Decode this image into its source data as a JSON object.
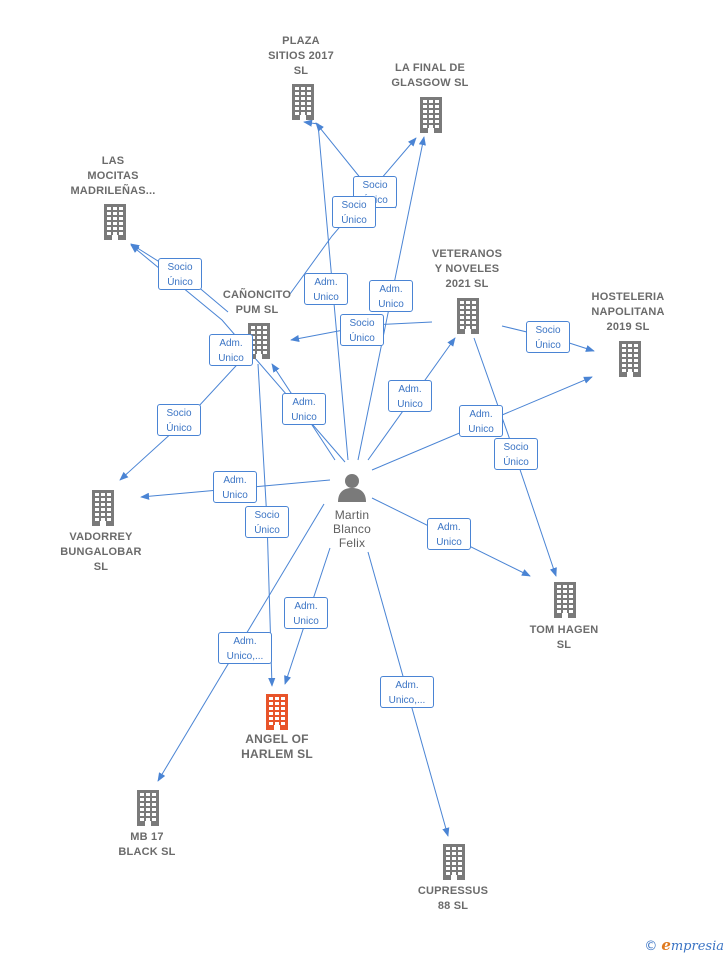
{
  "colors": {
    "node": "#7a7a7a",
    "main_node": "#e8542a",
    "edge": "#4a84d4",
    "label": "#6b6b6b"
  },
  "nodes": [
    {
      "id": "person",
      "icon": "person-icon",
      "label": "Martin\nBlanco\nFelix"
    },
    {
      "id": "angel",
      "icon": "building-icon",
      "label": "ANGEL OF\nHARLEM  SL",
      "main": true
    },
    {
      "id": "plaza",
      "icon": "building-icon",
      "label": "PLAZA\nSITIOS 2017\nSL"
    },
    {
      "id": "final",
      "icon": "building-icon",
      "label": "LA FINAL DE\nGLASGOW  SL"
    },
    {
      "id": "mocitas",
      "icon": "building-icon",
      "label": "LAS\nMOCITAS\nMADRILEÑAS..."
    },
    {
      "id": "canoncito",
      "icon": "building-icon",
      "label": "CAÑONCITO\nPUM  SL"
    },
    {
      "id": "veteranos",
      "icon": "building-icon",
      "label": "VETERANOS\nY NOVELES\n2021  SL"
    },
    {
      "id": "hosteleria",
      "icon": "building-icon",
      "label": "HOSTELERIA\nNAPOLITANA\n2019  SL"
    },
    {
      "id": "vadorrey",
      "icon": "building-icon",
      "label": "VADORREY\nBUNGALOBAR\nSL"
    },
    {
      "id": "tomhagen",
      "icon": "building-icon",
      "label": "TOM HAGEN\nSL"
    },
    {
      "id": "mb17",
      "icon": "building-icon",
      "label": "MB 17\nBLACK  SL"
    },
    {
      "id": "cupressus",
      "icon": "building-icon",
      "label": "CUPRESSUS\n88  SL"
    }
  ],
  "edges": [
    {
      "from": "person",
      "to": "plaza",
      "label": "Adm.\nUnico"
    },
    {
      "from": "person",
      "to": "final",
      "label": "Adm.\nUnico"
    },
    {
      "from": "person",
      "to": "canoncito",
      "label": "Adm.\nUnico"
    },
    {
      "from": "person",
      "to": "veteranos",
      "label": "Adm.\nUnico"
    },
    {
      "from": "person",
      "to": "hosteleria",
      "label": "Adm.\nUnico"
    },
    {
      "from": "person",
      "to": "vadorrey",
      "label": "Adm.\nUnico"
    },
    {
      "from": "person",
      "to": "tomhagen",
      "label": "Adm.\nUnico"
    },
    {
      "from": "person",
      "to": "angel",
      "label": "Adm.\nUnico"
    },
    {
      "from": "person",
      "to": "mb17",
      "label": "Adm.\nUnico,..."
    },
    {
      "from": "person",
      "to": "cupressus",
      "label": "Adm.\nUnico,..."
    },
    {
      "from": "person",
      "to": "mocitas",
      "label": "Adm.\nUnico"
    },
    {
      "from": "veteranos",
      "to": "plaza",
      "label": "Socio\nÚnico"
    },
    {
      "from": "canoncito",
      "to": "final",
      "label": "Socio\nÚnico"
    },
    {
      "from": "canoncito",
      "to": "mocitas",
      "label": "Socio\nÚnico"
    },
    {
      "from": "veteranos",
      "to": "canoncito",
      "label": "Socio\nÚnico"
    },
    {
      "from": "veteranos",
      "to": "hosteleria",
      "label": "Socio\nÚnico"
    },
    {
      "from": "canoncito",
      "to": "vadorrey",
      "label": "Socio\nÚnico"
    },
    {
      "from": "canoncito",
      "to": "angel",
      "label": "Socio\nÚnico"
    },
    {
      "from": "veteranos",
      "to": "tomhagen",
      "label": "Socio\nÚnico"
    }
  ],
  "footer": {
    "copyright": "©",
    "brand_initial": "e",
    "brand_rest": "mpresia"
  }
}
